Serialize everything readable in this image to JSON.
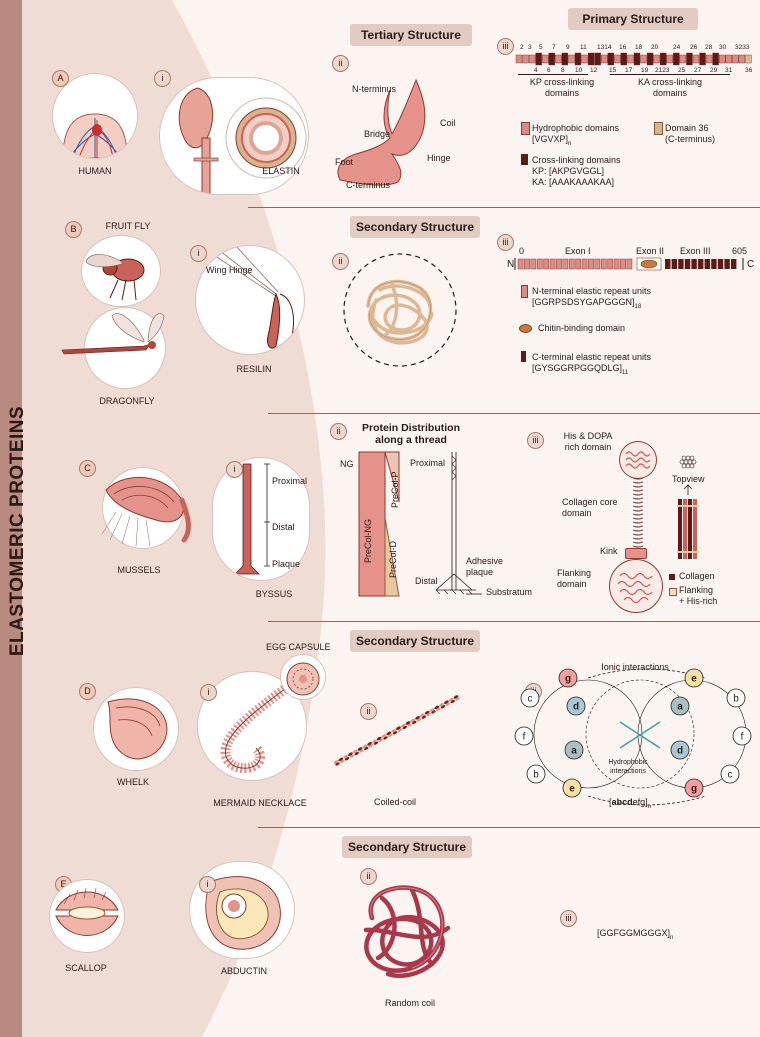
{
  "title": "ELASTOMERIC PROTEINS",
  "colors": {
    "accent": "#c8625a",
    "dark": "#5e1a16",
    "tan": "#dcb894",
    "panel": "#e2cbc3"
  },
  "elastin": {
    "badge": "A",
    "sub_i": "i",
    "sub_ii": "ii",
    "sub_iii": "iii",
    "organism": "HUMAN",
    "protein": "ELASTIN",
    "tertiary_title": "Tertiary Structure",
    "primary_title": "Primary Structure",
    "tert_labels": {
      "n": "N-terminus",
      "coil": "Coil",
      "bridge": "Bridge",
      "hinge": "Hinge",
      "foot": "Foot",
      "c": "C-terminus"
    },
    "top_numbers": [
      "2",
      "3",
      "5",
      "7",
      "9",
      "11",
      "1314",
      "16",
      "18",
      "20",
      "24",
      "26",
      "28",
      "30",
      "3233"
    ],
    "bottom_numbers": [
      "4",
      "6",
      "8",
      "10",
      "12",
      "15",
      "17",
      "19",
      "2123",
      "25",
      "27",
      "29",
      "31",
      "36"
    ],
    "kp_label": "KP cross-linking\ndomains",
    "ka_label": "KA cross-linking\ndomains",
    "legend": {
      "hydro": "Hydrophobic domains",
      "hydro_seq": "[VGVXP]",
      "hydro_sub": "n",
      "dom36": "Domain 36",
      "dom36_sub": "(C-terminus)",
      "cross": "Cross-linking domains",
      "kp": "KP: [AKPGVGGL]",
      "ka": "KA: [AAAKAAAKAA]"
    }
  },
  "resilin": {
    "badge": "B",
    "sub_i": "i",
    "sub_ii": "ii",
    "sub_iii": "iii",
    "fly": "FRUIT FLY",
    "dragonfly": "DRAGONFLY",
    "protein": "RESILIN",
    "wing": "Wing Hinge",
    "secondary_title": "Secondary Structure",
    "n": "N",
    "c": "C",
    "start": "0",
    "end": "605",
    "exon1": "Exon I",
    "exon2": "Exon II",
    "exon3": "Exon III",
    "legend": {
      "nterm": "N-terminal elastic repeat units",
      "nterm_seq": "[GGRPSDSYGAPGGGN]",
      "nterm_sub": "18",
      "chitin": "Chitin-binding domain",
      "cterm": "C-terminal elastic repeat units",
      "cterm_seq": "[GYSGGRPGGQDLG]",
      "cterm_sub": "11"
    }
  },
  "mussel": {
    "badge": "C",
    "sub_i": "i",
    "sub_ii": "ii",
    "sub_iii": "iii",
    "organism": "MUSSELS",
    "protein": "BYSSUS",
    "proximal": "Proximal",
    "distal": "Distal",
    "plaque": "Plaque",
    "dist_title": "Protein Distribution\nalong a thread",
    "ng": "NG",
    "precol_p": "PreCol-P",
    "precol_ng": "PreCol-NG",
    "precol_d": "PreCol-D",
    "proximal2": "Proximal",
    "distal2": "Distal",
    "adhesive": "Adhesive\nplaque",
    "substratum": "Substratum",
    "his_dopa": "His & DOPA\nrich domain",
    "collagen_core": "Collagen core\ndomain",
    "kink": "Kink",
    "flanking": "Flanking\ndomain",
    "topview": "Topview",
    "leg_collagen": "Collagen",
    "leg_flank": "Flanking\n+ His-rich"
  },
  "whelk": {
    "badge": "D",
    "sub_i": "i",
    "sub_ii": "ii",
    "sub_iii": "iii",
    "organism": "WHELK",
    "protein": "MERMAID NECKLACE",
    "egg": "EGG CAPSULE",
    "secondary_title": "Secondary Structure",
    "coiled": "Coiled-coil",
    "ionic": "Ionic interactions",
    "hydrophobic": "Hydrophobic\ninteractions",
    "heptad_bold": "abcd",
    "heptad_rest": "efg]",
    "heptad_open": "[",
    "heptad_sub": "n",
    "wheel_left": [
      "g",
      "c",
      "f",
      "b",
      "e",
      "a",
      "d"
    ],
    "wheel_right": [
      "e",
      "b",
      "f",
      "c",
      "g",
      "d",
      "a"
    ]
  },
  "scallop": {
    "badge": "E",
    "sub_i": "i",
    "sub_ii": "ii",
    "sub_iii": "iii",
    "organism": "SCALLOP",
    "protein": "ABDUCTIN",
    "secondary_title": "Secondary Structure",
    "random": "Random coil",
    "seq": "[GGFGGMGGGX]",
    "seq_sub": "n"
  }
}
